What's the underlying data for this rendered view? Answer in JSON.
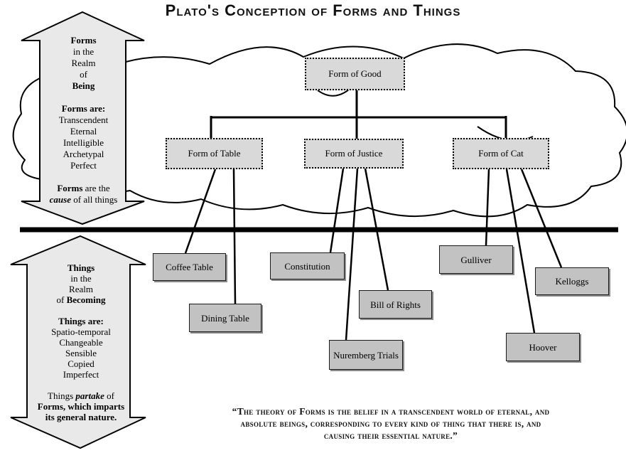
{
  "title": "Plato's Conception of Forms and Things",
  "arrows": {
    "upper": {
      "lines": [
        [
          {
            "t": "Forms",
            "b": true
          }
        ],
        [
          {
            "t": "in the"
          }
        ],
        [
          {
            "t": "Realm"
          }
        ],
        [
          {
            "t": "of"
          }
        ],
        [
          {
            "t": "Being",
            "b": true
          }
        ],
        [],
        [
          {
            "t": "Forms are:",
            "b": true
          }
        ],
        [
          {
            "t": "Transcendent"
          }
        ],
        [
          {
            "t": "Eternal"
          }
        ],
        [
          {
            "t": "Intelligible"
          }
        ],
        [
          {
            "t": "Archetypal"
          }
        ],
        [
          {
            "t": "Perfect"
          }
        ],
        [],
        [
          {
            "t": "Forms",
            "b": true
          },
          {
            "t": " are the"
          }
        ],
        [
          {
            "t": "cause",
            "b": true,
            "i": true
          },
          {
            "t": " of all things"
          }
        ]
      ]
    },
    "lower": {
      "lines": [
        [
          {
            "t": "Things",
            "b": true
          }
        ],
        [
          {
            "t": "in the"
          }
        ],
        [
          {
            "t": "Realm"
          }
        ],
        [
          {
            "t": "of "
          },
          {
            "t": "Becoming",
            "b": true
          }
        ],
        [],
        [
          {
            "t": "Things are:",
            "b": true
          }
        ],
        [
          {
            "t": "Spatio-temporal"
          }
        ],
        [
          {
            "t": "Changeable"
          }
        ],
        [
          {
            "t": "Sensible"
          }
        ],
        [
          {
            "t": "Copied"
          }
        ],
        [
          {
            "t": "Imperfect"
          }
        ],
        [],
        [
          {
            "t": "Things "
          },
          {
            "t": "partake",
            "b": true,
            "i": true
          },
          {
            "t": " of"
          }
        ],
        [
          {
            "t": "Forms, which imparts",
            "b": true
          }
        ],
        [
          {
            "t": "its general nature.",
            "b": true
          }
        ]
      ]
    }
  },
  "form_boxes": {
    "good": "Form of Good",
    "table": "Form of Table",
    "justice": "Form of Justice",
    "cat": "Form of Cat"
  },
  "thing_boxes": {
    "coffee_table": "Coffee Table",
    "dining_table": "Dining Table",
    "constitution": "Constitution",
    "bill_of_rights": "Bill of Rights",
    "nuremberg": "Nuremberg Trials",
    "gulliver": "Gulliver",
    "kelloggs": "Kelloggs",
    "hoover": "Hoover"
  },
  "quote_lines": [
    "“The theory of Forms is the belief in a transcendent world of eternal, and",
    "absolute beings, corresponding to every kind of thing that there is, and",
    "causing their essential nature.”"
  ],
  "colors": {
    "form_box_fill": "#d9d9d9",
    "thing_box_fill": "#c2c2c2",
    "arrow_fill": "#e9e9e9",
    "ink": "#000000"
  }
}
